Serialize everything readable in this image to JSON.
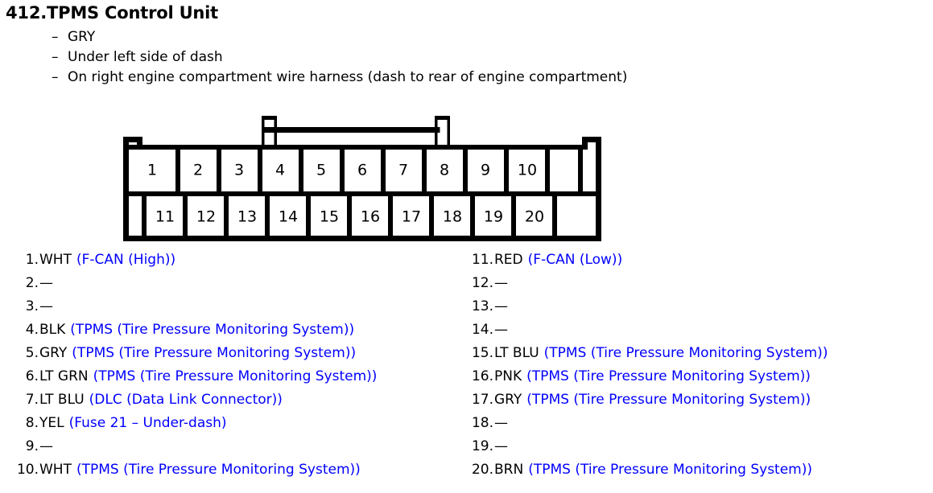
{
  "page": {
    "title": "412.TPMS Control Unit",
    "notes": [
      {
        "dash": "–",
        "text": "GRY"
      },
      {
        "dash": "–",
        "text": "Under left side of dash"
      },
      {
        "dash": "–",
        "text": "On right engine compartment wire harness (dash to rear of engine compartment)"
      }
    ]
  },
  "connector": {
    "top_row_pins": [
      "1",
      "2",
      "3",
      "4",
      "5",
      "6",
      "7",
      "8",
      "9",
      "10"
    ],
    "bottom_row_pins": [
      "11",
      "12",
      "13",
      "14",
      "15",
      "16",
      "17",
      "18",
      "19",
      "20"
    ]
  },
  "pins": {
    "left": [
      {
        "index": "1.",
        "wire": "WHT",
        "desc": "(F-CAN (High))"
      },
      {
        "index": "2.",
        "wire": "—",
        "desc": ""
      },
      {
        "index": "3.",
        "wire": "—",
        "desc": ""
      },
      {
        "index": "4.",
        "wire": "BLK",
        "desc": "(TPMS (Tire Pressure Monitoring System))"
      },
      {
        "index": "5.",
        "wire": "GRY",
        "desc": "(TPMS (Tire Pressure Monitoring System))"
      },
      {
        "index": "6.",
        "wire": "LT GRN",
        "desc": "(TPMS (Tire Pressure Monitoring System))"
      },
      {
        "index": "7.",
        "wire": "LT BLU",
        "desc": "(DLC (Data Link Connector))"
      },
      {
        "index": "8.",
        "wire": "YEL",
        "desc": "(Fuse 21 – Under-dash)"
      },
      {
        "index": "9.",
        "wire": "—",
        "desc": ""
      },
      {
        "index": "10.",
        "wire": "WHT",
        "desc": "(TPMS (Tire Pressure Monitoring System))"
      }
    ],
    "right": [
      {
        "index": "11.",
        "wire": "RED",
        "desc": "(F-CAN (Low))"
      },
      {
        "index": "12.",
        "wire": "—",
        "desc": ""
      },
      {
        "index": "13.",
        "wire": "—",
        "desc": ""
      },
      {
        "index": "14.",
        "wire": "—",
        "desc": ""
      },
      {
        "index": "15.",
        "wire": "LT BLU",
        "desc": "(TPMS (Tire Pressure Monitoring System))"
      },
      {
        "index": "16.",
        "wire": "PNK",
        "desc": "(TPMS (Tire Pressure Monitoring System))"
      },
      {
        "index": "17.",
        "wire": "GRY",
        "desc": "(TPMS (Tire Pressure Monitoring System))"
      },
      {
        "index": "18.",
        "wire": "—",
        "desc": ""
      },
      {
        "index": "19.",
        "wire": "—",
        "desc": ""
      },
      {
        "index": "20.",
        "wire": "BRN",
        "desc": "(TPMS (Tire Pressure Monitoring System))"
      }
    ]
  },
  "colors": {
    "text": "#000000",
    "description": "#0000ff",
    "diagram_stroke": "#000000",
    "background": "#ffffff"
  }
}
